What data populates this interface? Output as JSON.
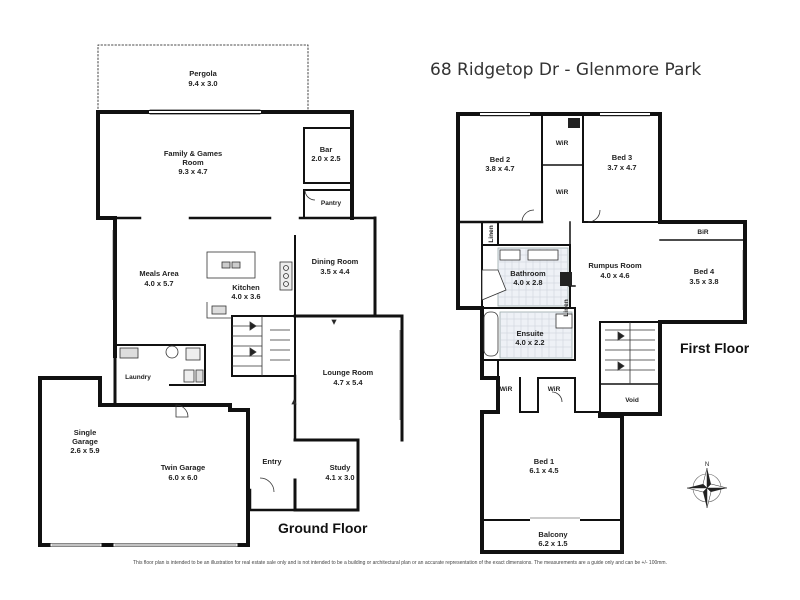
{
  "title": "68 Ridgetop Dr - Glenmore Park",
  "ground_floor_label": "Ground Floor",
  "first_floor_label": "First Floor",
  "disclaimer": "This floor plan is intended to be an illustration for real estate sale only and is not intended to be a building or architectural plan or an accurate representation of the exact dimensions. The measurements are a guide only and can be +/- 100mm.",
  "ground_floor": {
    "pergola": {
      "name": "Pergola",
      "dims": "9.4 x 3.0"
    },
    "family": {
      "name": "Family & Games",
      "name2": "Room",
      "dims": "9.3 x 4.7"
    },
    "bar": {
      "name": "Bar",
      "dims": "2.0 x 2.5"
    },
    "pantry": {
      "name": "Pantry"
    },
    "meals": {
      "name": "Meals Area",
      "dims": "4.0 x 5.7"
    },
    "kitchen": {
      "name": "Kitchen",
      "dims": "4.0 x 3.6"
    },
    "dining": {
      "name": "Dining Room",
      "dims": "3.5 x 4.4"
    },
    "laundry": {
      "name": "Laundry"
    },
    "lounge": {
      "name": "Lounge Room",
      "dims": "4.7 x 5.4"
    },
    "single_garage": {
      "name": "Single",
      "name2": "Garage",
      "dims": "2.6 x 5.9"
    },
    "twin_garage": {
      "name": "Twin Garage",
      "dims": "6.0 x 6.0"
    },
    "entry": {
      "name": "Entry"
    },
    "study": {
      "name": "Study",
      "dims": "4.1 x 3.0"
    }
  },
  "first_floor": {
    "bed2": {
      "name": "Bed 2",
      "dims": "3.8 x 4.7"
    },
    "wir_top": {
      "name": "WiR"
    },
    "wir_mid": {
      "name": "WiR"
    },
    "bed3": {
      "name": "Bed 3",
      "dims": "3.7 x 4.7"
    },
    "linen1": {
      "name": "Linen"
    },
    "bathroom": {
      "name": "Bathroom",
      "dims": "4.0 x 2.8"
    },
    "rumpus": {
      "name": "Rumpus Room",
      "dims": "4.0 x 4.6"
    },
    "bir": {
      "name": "BiR"
    },
    "bed4": {
      "name": "Bed 4",
      "dims": "3.5 x 3.8"
    },
    "linen2": {
      "name": "Linen"
    },
    "ensuite": {
      "name": "Ensuite",
      "dims": "4.0 x 2.2"
    },
    "wir_left": {
      "name": "WiR"
    },
    "wir_right": {
      "name": "WiR"
    },
    "void": {
      "name": "Void"
    },
    "bed1": {
      "name": "Bed 1",
      "dims": "6.1 x 4.5"
    },
    "balcony": {
      "name": "Balcony",
      "dims": "6.2 x 1.5"
    }
  },
  "compass": {
    "north": "N"
  }
}
